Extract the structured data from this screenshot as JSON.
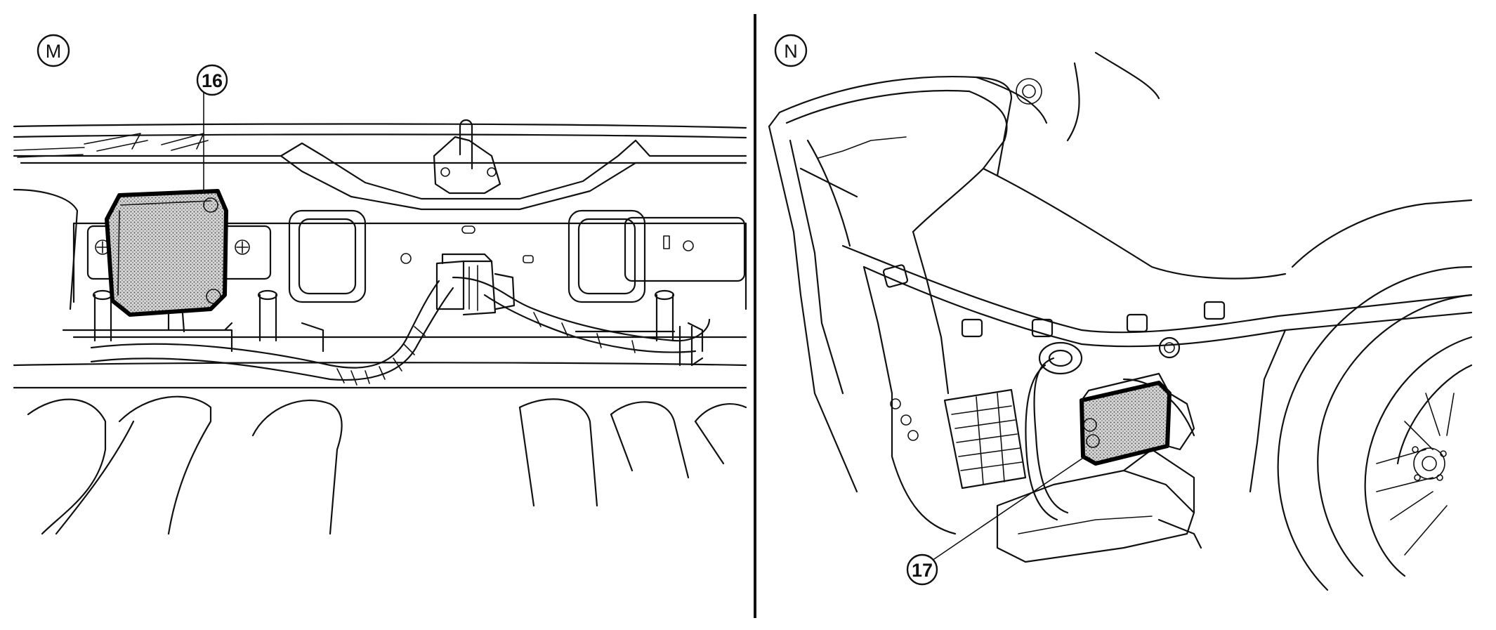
{
  "panels": [
    {
      "label": "M",
      "part_number": "16"
    },
    {
      "label": "N",
      "part_number": "17"
    }
  ],
  "colors": {
    "line": "#111111",
    "background": "#ffffff",
    "screen_fill": "#c8c8c8"
  }
}
